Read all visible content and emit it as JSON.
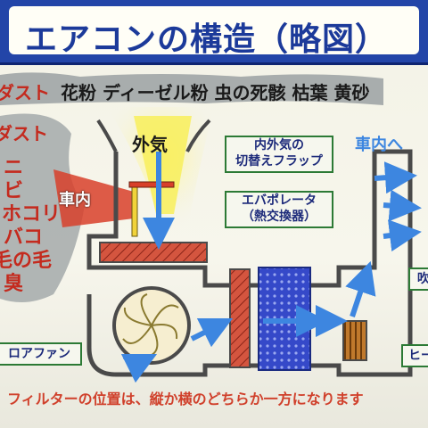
{
  "title": "エアコンの構造（略図）",
  "pollen_dust": {
    "label": "ダスト",
    "items": "花粉 ディーゼル粉 虫の死骸 枯葉 黄砂"
  },
  "indoor_dust": {
    "label": "ダスト",
    "items": [
      "ニ",
      "ビ",
      "ホコリ",
      "バコ",
      "毛の毛",
      "臭"
    ]
  },
  "labels": {
    "outside_air": "外気",
    "cabin_in": "車内",
    "to_cabin": "車内へ",
    "flap": [
      "内外気の",
      "切替えフラップ"
    ],
    "evaporator": [
      "エバポレータ",
      "（熱交換器）"
    ],
    "blower_fan": "ロアファン",
    "vent": "吹",
    "heater": "ヒー"
  },
  "footnote": "フィルターの位置は、縦か横のどちらか一方になります",
  "colors": {
    "accent": "#2345a8",
    "red_text": "#c42a1e",
    "box_border": "#2c7a35",
    "arrow": "#3d86e0"
  }
}
